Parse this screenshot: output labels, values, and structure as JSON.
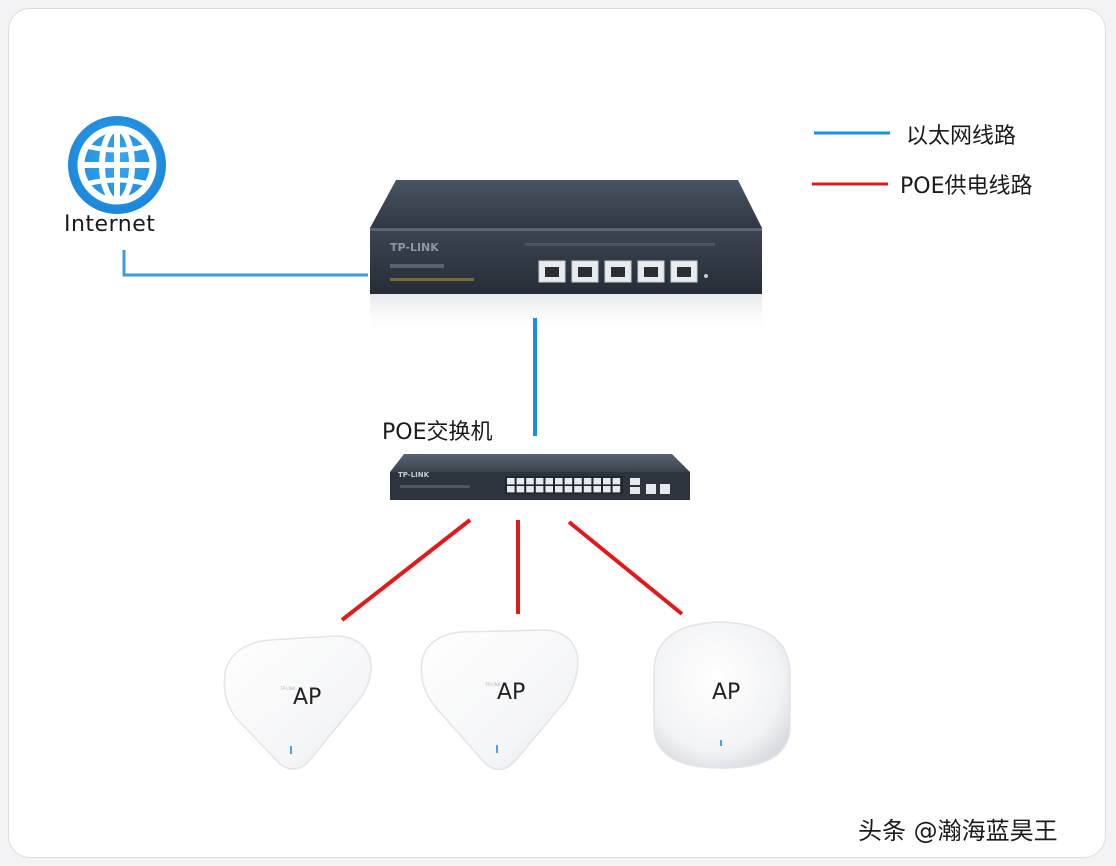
{
  "internet": {
    "label": "Internet"
  },
  "legend": {
    "ethernet_label": "以太网线路",
    "ethernet_color": "#1a8fe3",
    "poe_label": "POE供电线路",
    "poe_color": "#e11b1b"
  },
  "router": {
    "brand": "TP-LINK"
  },
  "poe_switch": {
    "label": "POE交换机",
    "brand": "TP-LINK"
  },
  "access_points": [
    {
      "label": "AP"
    },
    {
      "label": "AP"
    },
    {
      "label": "AP"
    }
  ],
  "watermark": "头条 @瀚海蓝昊王"
}
